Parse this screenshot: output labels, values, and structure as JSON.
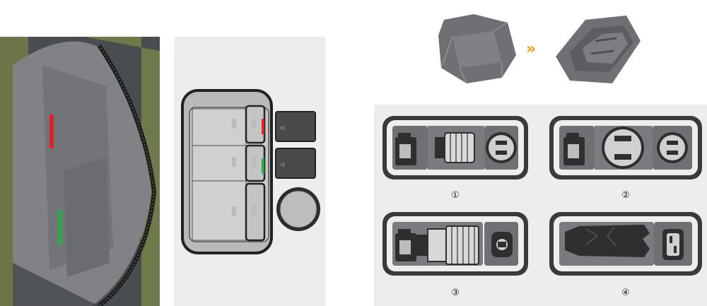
{
  "layouts": {
    "labels": [
      "①",
      "②",
      "③",
      "④"
    ]
  },
  "colors": {
    "accent_orange": "#f39a1d",
    "insert_gray": "#6f7073",
    "tag_red": "#d8262b",
    "tag_green": "#2ea84b",
    "bag_olive": "#6f7a4b"
  },
  "icons": [
    "camera-icon",
    "lens-icon",
    "lens-cap-icon",
    "drone-icon",
    "controller-icon",
    "battery-icon",
    "double-chevron-right-icon"
  ]
}
